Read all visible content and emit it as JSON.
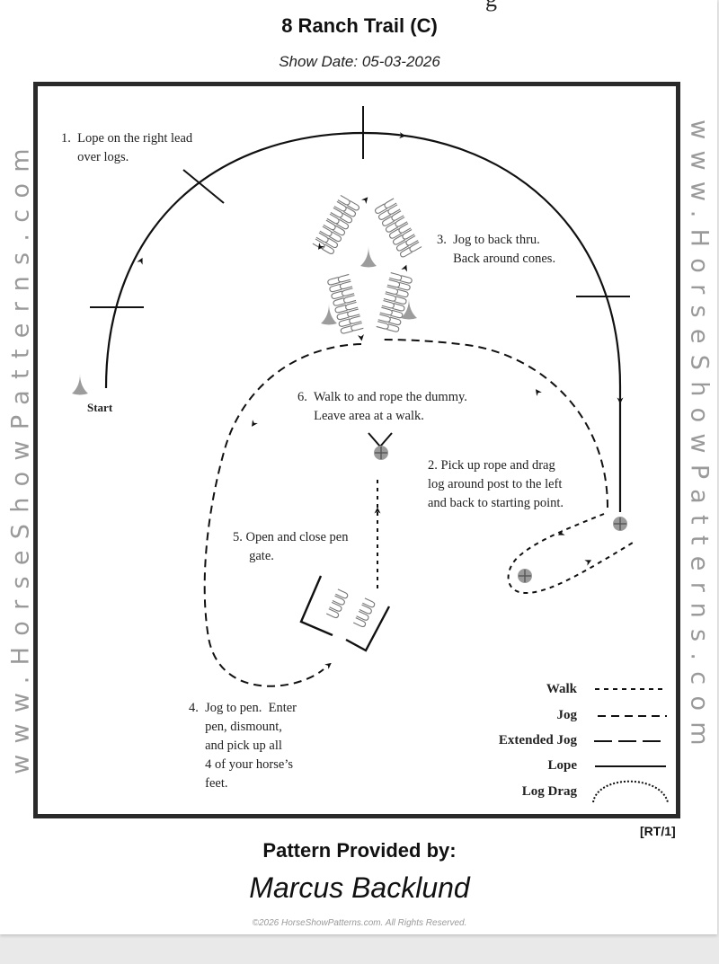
{
  "header": {
    "cut_off_text": "g",
    "title": "8 Ranch Trail (C)",
    "show_date": "Show Date: 05-03-2026"
  },
  "watermark": {
    "text": "www.HorseShowPatterns.com",
    "color": "#9a9a9a"
  },
  "pattern": {
    "start_label": "Start",
    "instructions": [
      {
        "step": 1,
        "text": "1.  Lope on the right lead\n     over logs."
      },
      {
        "step": 2,
        "text": "2. Pick up rope and drag\nlog around post to the left\nand back to starting point."
      },
      {
        "step": 3,
        "text": "3.  Jog to back thru.\n     Back around cones."
      },
      {
        "step": 4,
        "text": "4.  Jog to pen.  Enter\n     pen, dismount,\n     and pick up all\n     4 of your horse’s\n     feet."
      },
      {
        "step": 5,
        "text": "5. Open and close pen\n     gate."
      },
      {
        "step": 6,
        "text": "6.  Walk to and rope the dummy.\n     Leave area at a walk."
      }
    ],
    "obstacles": [
      "logs",
      "back-thru chute",
      "cones",
      "log drag posts",
      "pen with gate",
      "roping dummy"
    ]
  },
  "legend": {
    "items": [
      {
        "label": "Walk",
        "style": "walk"
      },
      {
        "label": "Jog",
        "style": "jog"
      },
      {
        "label": "Extended Jog",
        "style": "extended-jog"
      },
      {
        "label": "Lope",
        "style": "lope"
      },
      {
        "label": "Log Drag",
        "style": "log-drag"
      }
    ]
  },
  "footer": {
    "pattern_code": "[RT/1]",
    "provided_by_label": "Pattern Provided by:",
    "author": "Marcus Backlund",
    "copyright": "©2026 HorseShowPatterns.com. All Rights Reserved."
  }
}
